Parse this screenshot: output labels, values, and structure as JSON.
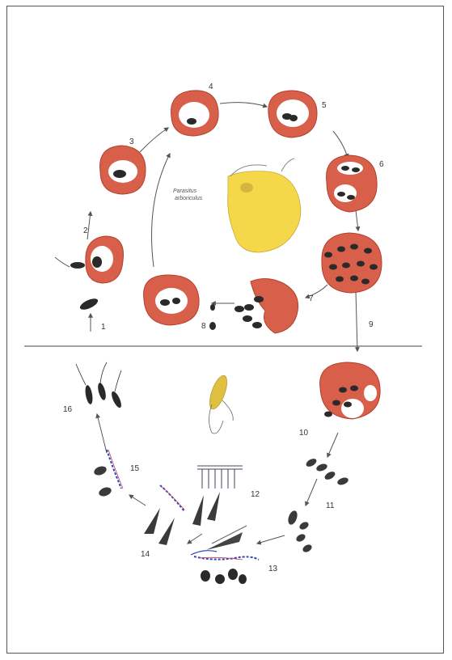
{
  "host_label": [
    "Parasitus",
    "arboriculus"
  ],
  "colors": {
    "cell_fill": "#d8604a",
    "cell_stroke": "#b2402d",
    "vacuole": "#ffffff",
    "host": "#f5d84a",
    "parasite": "#2a2a2a",
    "arrow": "#555555",
    "divider": "#444444",
    "tubule_blue": "#3347b8",
    "tubule_red": "#c24060"
  },
  "stages": {
    "s1": "1",
    "s2": "2",
    "s3": "3",
    "s4": "4",
    "s5": "5",
    "s6": "6",
    "s7": "7",
    "s8": "8",
    "s9": "9",
    "s10": "10",
    "s11": "11",
    "s12": "12",
    "s13": "13",
    "s14": "14",
    "s15": "15",
    "s16": "16"
  }
}
